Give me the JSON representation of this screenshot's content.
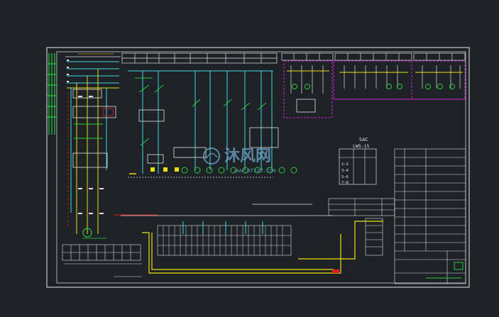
{
  "colors": {
    "background": "#1e2227",
    "frame": "#e8e8e8",
    "wire_white": "#e0e0e0",
    "wire_cyan": "#3fd9e0",
    "wire_green": "#28c840",
    "wire_yellow": "#e8e010",
    "wire_magenta": "#d020d8",
    "wire_red": "#e02020",
    "watermark": "#6fa8d0"
  },
  "watermark": {
    "brand": "沐风网",
    "url": "www.mfcad.com"
  },
  "panel_labels": {
    "panel_title": "SAC",
    "panel_model": "LW5-15"
  },
  "switch_table": {
    "rows": [
      "1—2",
      "3—4",
      "5—6",
      "7—8"
    ]
  }
}
